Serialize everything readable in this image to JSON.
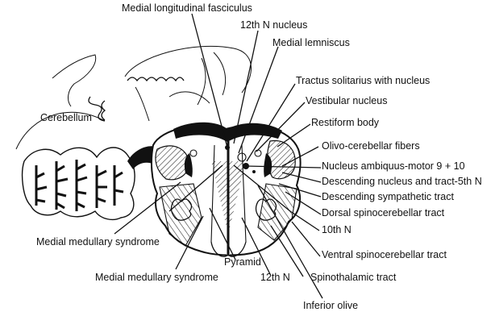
{
  "labels": {
    "mlf": "Medial longitudinal fasciculus",
    "n12_nucleus": "12th N nucleus",
    "medial_lemniscus": "Medial lemniscus",
    "tractus_solitarius": "Tractus solitarius with nucleus",
    "vestibular_nucleus": "Vestibular nucleus",
    "restiform_body": "Restiform body",
    "olivo_cerebellar": "Olivo-cerebellar fibers",
    "nucleus_ambiguus": "Nucleus ambiquus-motor 9 + 10",
    "desc_nucleus_5th": "Descending nucleus and tract-5th N",
    "desc_sympathetic": "Descending sympathetic tract",
    "dorsal_spinocerebellar": "Dorsal spinocerebellar tract",
    "n10": "10th N",
    "ventral_spinocerebellar": "Ventral spinocerebellar tract",
    "spinothalamic": "Spinothalamic tract",
    "inferior_olive": "Inferior olive",
    "n12": "12th N",
    "pyramid": "Pyramid",
    "medial_medullary_1": "Medial medullary syndrome",
    "medial_medullary_2": "Medial medullary syndrome",
    "cerebellum": "Cerebellum"
  }
}
